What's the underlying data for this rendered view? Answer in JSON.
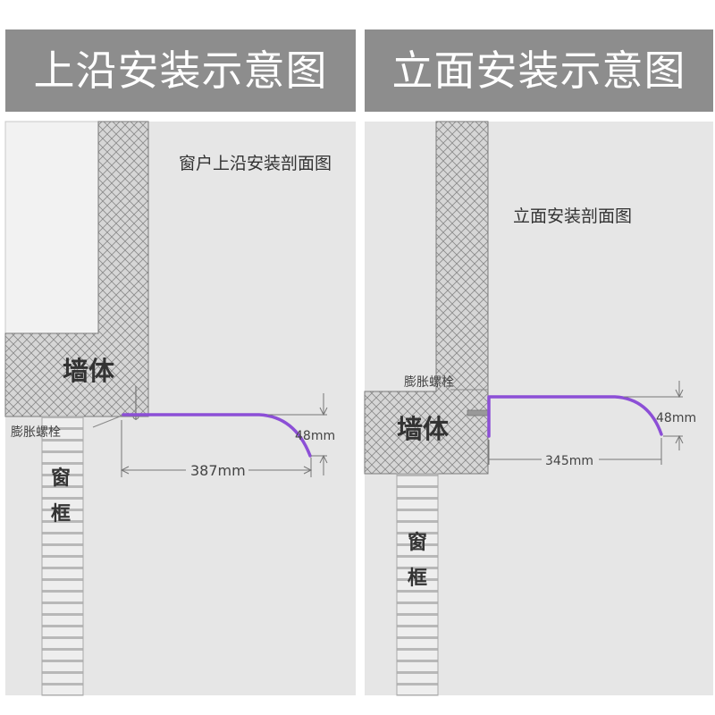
{
  "left_panel": {
    "header": "上沿安装示意图",
    "caption": "窗户上沿安装剖面图",
    "wall_label": "墙体",
    "frame_label_1": "窗",
    "frame_label_2": "框",
    "bolt_label": "膨胀螺栓",
    "dim_height": "48mm",
    "dim_length": "387mm"
  },
  "right_panel": {
    "header": "立面安装示意图",
    "caption": "立面安装剖面图",
    "wall_label": "墙体",
    "frame_label_1": "窗",
    "frame_label_2": "框",
    "bolt_label": "膨胀螺栓",
    "dim_height": "48mm",
    "dim_length": "345mm"
  },
  "colors": {
    "header_bg": "#8d8d8d",
    "canvas_bg": "#e6e6e6",
    "profile": "#8c4fd6",
    "wall_fill": "#d4d4d4"
  }
}
